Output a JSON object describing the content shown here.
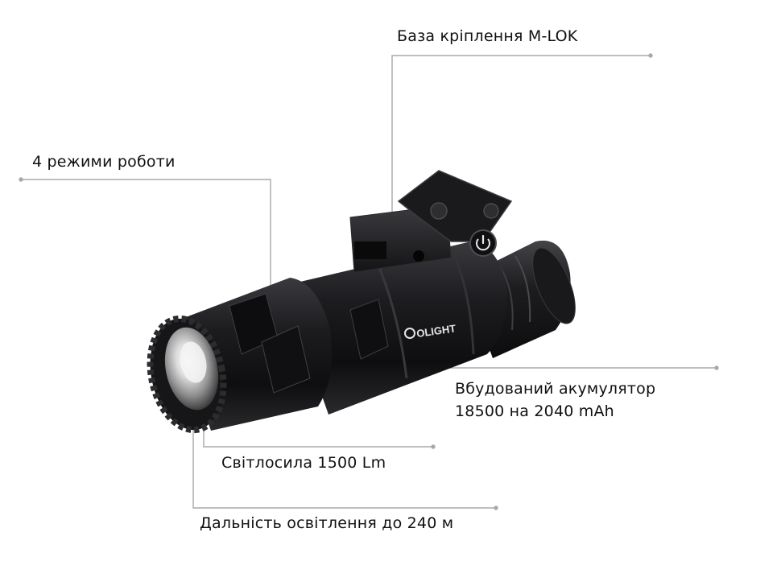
{
  "callouts": {
    "mount": "База кріплення M-LOK",
    "modes": "4 режими роботи",
    "battery_line1": "Вбудований акумулятор",
    "battery_line2": "18500 на 2040 mAh",
    "lumens": "Світлосила 1500 Lm",
    "range": "Дальність освітлення до 240 м"
  },
  "product": {
    "brand_logo": "OLIGHT",
    "icons": {
      "power_switch": "power-icon",
      "brand_mark": "olight-logo-icon"
    }
  },
  "colors": {
    "leader_line": "#a8a8a8",
    "body": "#1b1b1d",
    "text": "#111111"
  }
}
